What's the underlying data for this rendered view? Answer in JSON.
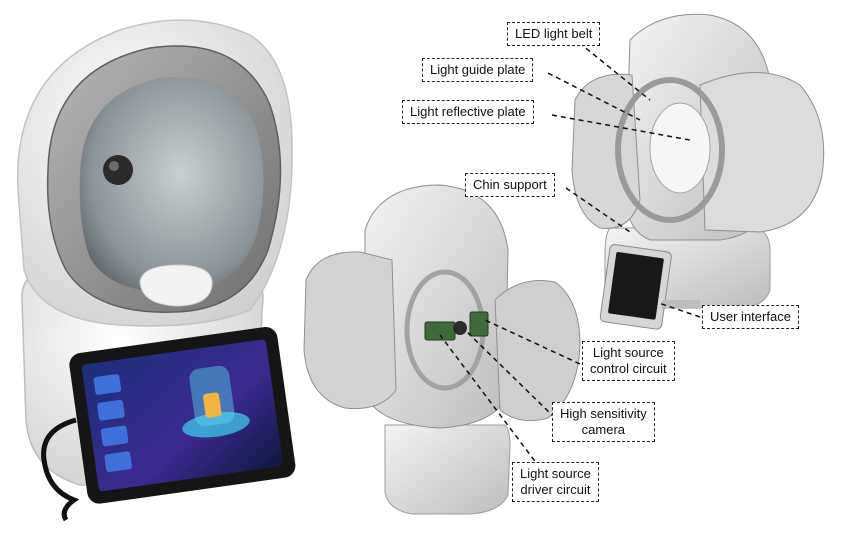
{
  "labels": {
    "led_light_belt": "LED light belt",
    "light_guide_plate": "Light guide plate",
    "light_reflective_plate": "Light reflective plate",
    "chin_support": "Chin support",
    "user_interface": "User interface",
    "light_source_control_circuit": [
      "Light source",
      "control circuit"
    ],
    "high_sensitivity_camera": [
      "High sensitivity",
      "camera"
    ],
    "light_source_driver_circuit": [
      "Light source",
      "driver circuit"
    ]
  },
  "colors": {
    "device_shell": "#e9e9e9",
    "shell_shadow": "#b9b9b9",
    "visor_rim": "#8e8e8e",
    "screen": "#1b1b1b",
    "screen_bg": "#2a3a8a",
    "circuit_board": "#3d6b3a"
  }
}
